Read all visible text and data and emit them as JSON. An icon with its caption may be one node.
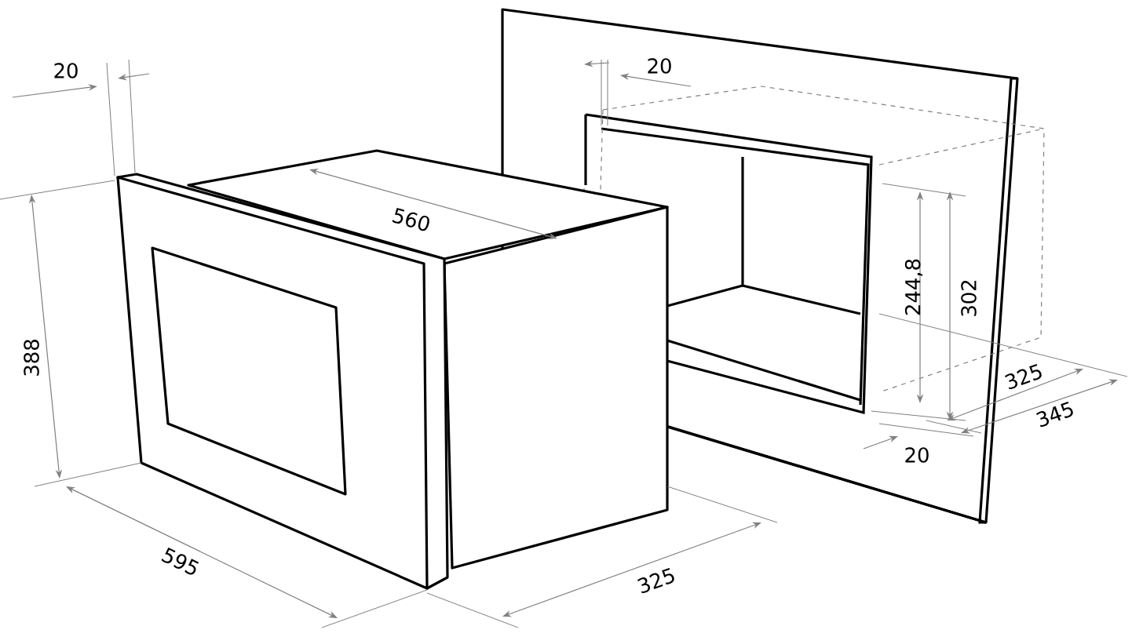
{
  "diagram": {
    "labels": [
      "20",
      "20",
      "560",
      "244,8",
      "302",
      "388",
      "325",
      "345",
      "20",
      "595",
      "325"
    ]
  }
}
